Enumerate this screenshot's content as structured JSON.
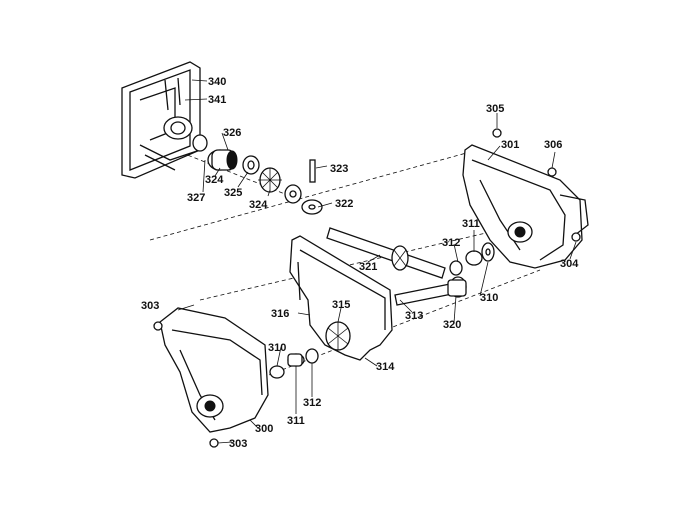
{
  "labels": {
    "l340": "340",
    "l341": "341",
    "l326": "326",
    "l324a": "324",
    "l325": "325",
    "l327": "327",
    "l324b": "324",
    "l323": "323",
    "l322": "322",
    "l305": "305",
    "l301": "301",
    "l306": "306",
    "l311a": "311",
    "l312a": "312",
    "l321": "321",
    "l304": "304",
    "l310a": "310",
    "l303a": "303",
    "l316": "316",
    "l315": "315",
    "l313": "313",
    "l320": "320",
    "l310b": "310",
    "l314": "314",
    "l312b": "312",
    "l300": "300",
    "l311b": "311",
    "l303b": "303"
  }
}
